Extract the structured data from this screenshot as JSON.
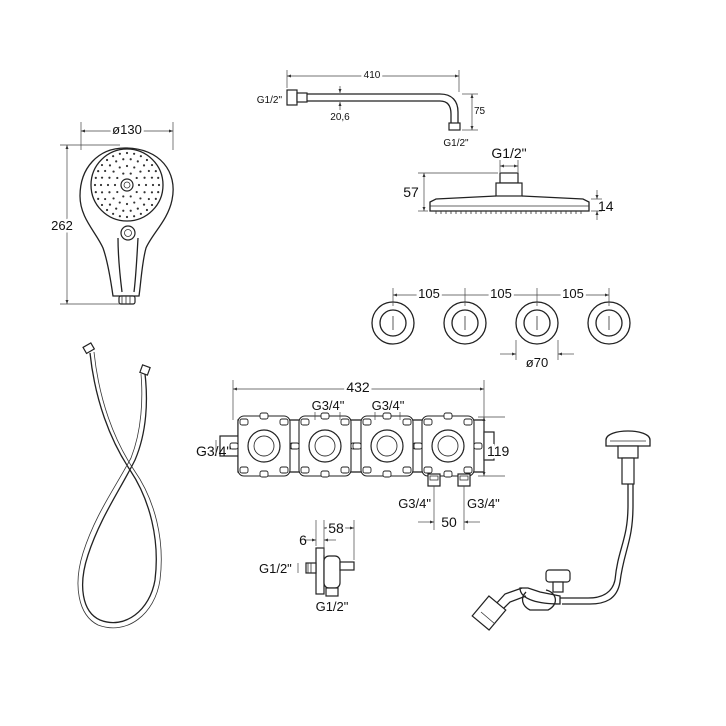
{
  "hand_shower": {
    "diameter": "ø130",
    "length": "262"
  },
  "shower_arm": {
    "length": "410",
    "thread": "G1/2\"",
    "offset": "20,6",
    "drop": "75",
    "outlet_thread": "G1/2\""
  },
  "shower_head": {
    "thread": "G1/2\"",
    "height": "57",
    "thickness": "14"
  },
  "valve_handles": {
    "spacing_1": "105",
    "spacing_2": "105",
    "spacing_3": "105",
    "diameter": "ø70"
  },
  "valve_body": {
    "width": "432",
    "height": "119",
    "inlet_thread": "G3/4\"",
    "top_thread_1": "G3/4\"",
    "top_thread_2": "G3/4\"",
    "bottom_thread_1": "G3/4\"",
    "bottom_thread_2": "G3/4\"",
    "bottom_spacing": "50"
  },
  "wall_outlet": {
    "width": "58",
    "depth": "6",
    "side_thread": "G1/2\"",
    "bottom_thread": "G1/2\""
  }
}
